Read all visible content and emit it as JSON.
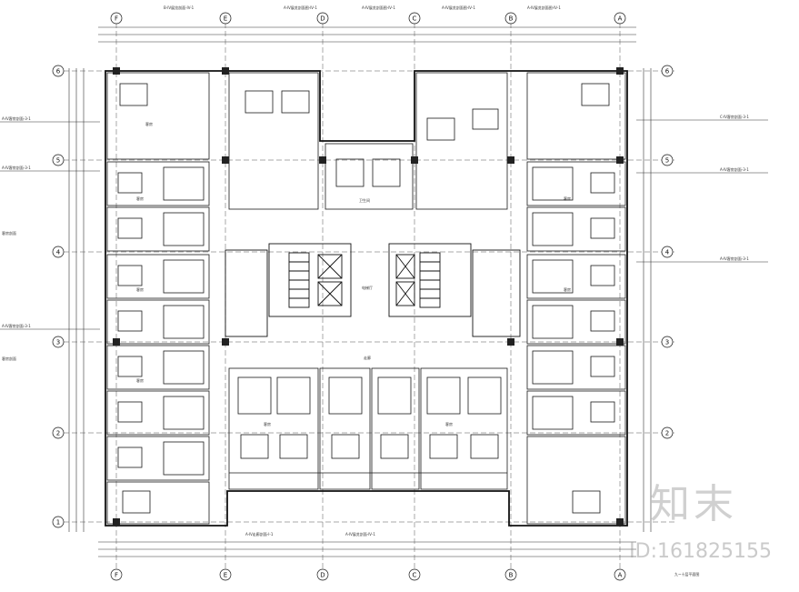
{
  "watermark": {
    "logo_text": "知末",
    "id_text": "ID:161825155"
  },
  "drawing_title": "九~十层平面图",
  "axis_labels_top": [
    "F",
    "E",
    "D",
    "C",
    "B",
    "A"
  ],
  "axis_labels_left": [
    "6",
    "5",
    "4",
    "3",
    "2",
    "1"
  ],
  "axis_labels_right": [
    "6",
    "5",
    "4",
    "3",
    "2"
  ],
  "axis_labels_bottom": [
    "F",
    "E",
    "D",
    "C",
    "B",
    "A"
  ],
  "section_callouts": {
    "top": [
      "B-IV展览剖面-IV-1",
      "A-Ⅳ展览剖面图-Ⅳ-1",
      "A-Ⅳ展览剖面图-Ⅳ-1",
      "A-Ⅳ展览剖面图-Ⅳ-1",
      "A-Ⅳ展览剖面图-Ⅳ-1"
    ],
    "left": [
      "A-Ⅳ客房剖面-3-1",
      "A-Ⅳ客房剖面-3-1",
      "客房剖面",
      "A-Ⅳ客房剖面-3-1",
      "客房剖面"
    ],
    "right": [
      "C-Ⅳ客房剖面-3-1",
      "A-Ⅳ客房剖面-3-1",
      "A-Ⅳ客房剖面-3-1"
    ],
    "bottom": [
      "A-Ⅳ走廊剖面-Ⅰ-1",
      "A-Ⅳ展览剖面-Ⅳ-1"
    ]
  },
  "room_labels": [
    "电梯厅",
    "客房",
    "客房",
    "客房",
    "客房",
    "客房",
    "客房",
    "客房",
    "客房",
    "卫生间",
    "走廊"
  ],
  "colors": {
    "line": "#1a1a1a",
    "fill": "#ffffff",
    "watermark": "#a0a0a0"
  }
}
